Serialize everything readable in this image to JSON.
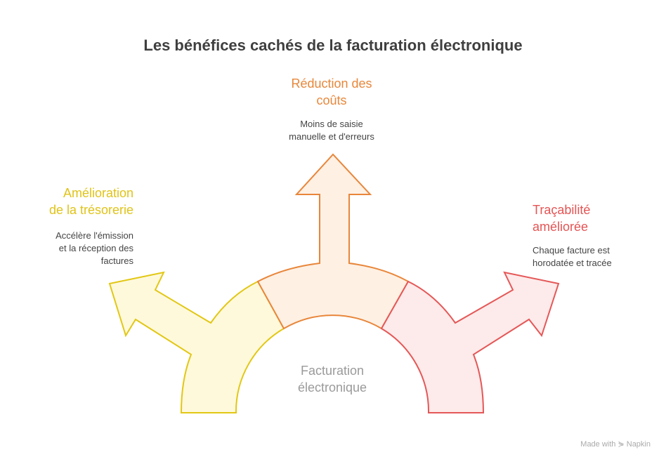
{
  "title": "Les bénéfices cachés de la facturation électronique",
  "center_label": [
    "Facturation",
    "électronique"
  ],
  "branches": [
    {
      "title": [
        "Amélioration",
        "de la trésorerie"
      ],
      "body": [
        "Accélère l'émission",
        "et la réception des",
        "factures"
      ],
      "color": "#e0c318",
      "stroke": "#e2c714",
      "fill": "#fef9db"
    },
    {
      "title": [
        "Réduction des",
        "coûts"
      ],
      "body": [
        "Moins de saisie",
        "manuelle et d'erreurs"
      ],
      "color": "#e8873a",
      "stroke": "#e8863a",
      "fill": "#fef0e3"
    },
    {
      "title": [
        "Traçabilité",
        "améliorée"
      ],
      "body": [
        "Chaque facture est",
        "horodatée et tracée"
      ],
      "color": "#e55454",
      "stroke": "#e55757",
      "fill": "#fdeaea"
    }
  ],
  "watermark": "Made with ⋟ Napkin"
}
